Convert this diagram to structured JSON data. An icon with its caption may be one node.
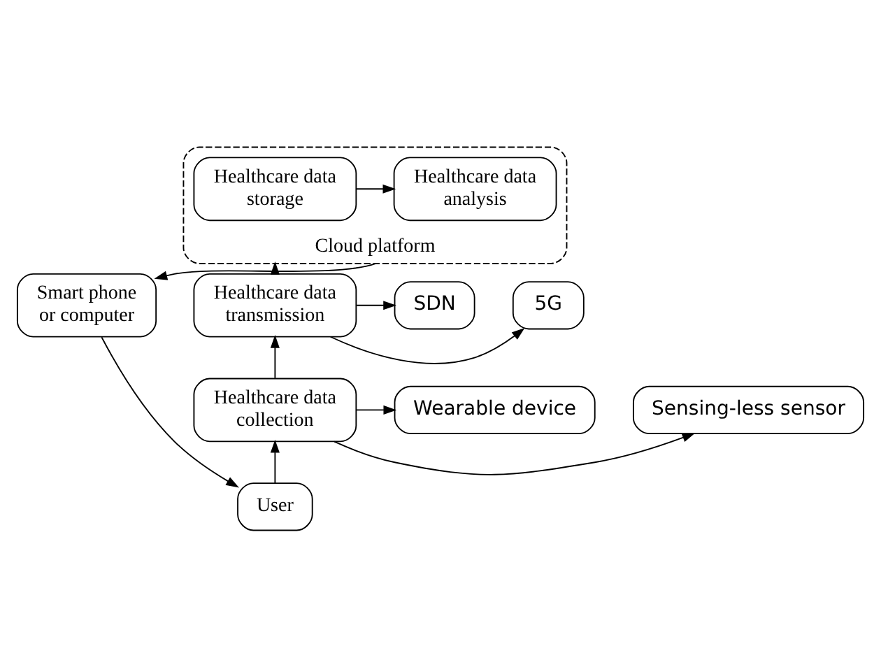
{
  "diagram": {
    "nodes": [
      {
        "text": [
          "Cloud platform"
        ]
      },
      {
        "text": [
          "Healthcare data storage"
        ],
        "in": 0
      },
      {
        "text": [
          "Healthcare data analysis"
        ],
        "in": 0
      },
      {
        "text": [
          "Healthcare data transmission"
        ]
      },
      {
        "text": [
          "5G"
        ]
      },
      {
        "text": [
          "SDN"
        ]
      },
      {
        "text": [
          "Healthcare data collection"
        ]
      },
      {
        "text": [
          "Sensing-less sensor"
        ]
      },
      {
        "text": [
          "Wearable device"
        ]
      },
      {
        "text": [
          "Smart phone or computer"
        ]
      },
      {
        "text": [
          "User"
        ]
      }
    ],
    "edges": [
      {
        "from": 1,
        "to": 2,
        "arrow": "to"
      },
      {
        "from": 3,
        "to": 0,
        "arrow": "to"
      },
      {
        "from": 3,
        "to": 4,
        "arrow": "to"
      },
      {
        "from": 3,
        "to": 5,
        "arrow": "to"
      },
      {
        "from": 6,
        "to": 3,
        "arrow": "to"
      },
      {
        "from": 6,
        "to": 7,
        "arrow": "to"
      },
      {
        "from": 6,
        "to": 8,
        "arrow": "to"
      },
      {
        "from": 0,
        "to": 9,
        "arrow": "to"
      },
      {
        "from": 9,
        "to": 10,
        "arrow": "to"
      },
      {
        "from": 10,
        "to": 6,
        "arrow": "to"
      }
    ]
  }
}
